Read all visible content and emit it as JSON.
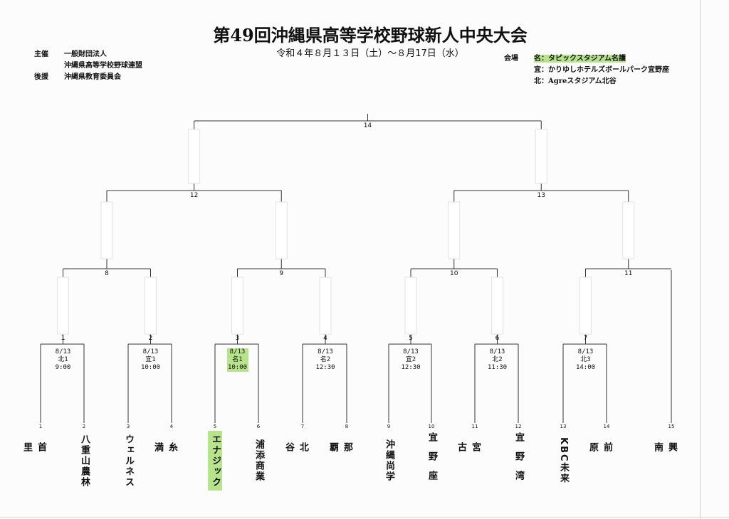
{
  "header": {
    "title": "第49回沖縄県高等学校野球新人中央大会",
    "dates": "令和４年８月１３日（土）～８月17日（水）"
  },
  "organizers": {
    "host_label": "主催",
    "host_line1": "一般財団法人",
    "host_line2": "沖縄県高等学校野球連盟",
    "sponsor_label": "後援",
    "sponsor": "沖縄県教育委員会"
  },
  "venues": {
    "label": "会場",
    "v1_key": "名",
    "v1": "：タピックスタジアム名護",
    "v2_key": "宜",
    "v2": "：かりゆしホテルズボールパーク宜野座",
    "v3_key": "北",
    "v3": "：Agreスタジアム北谷"
  },
  "teams": [
    {
      "num": "1",
      "name": "首里"
    },
    {
      "num": "2",
      "name": "八重山農林"
    },
    {
      "num": "3",
      "name": "ウェルネス"
    },
    {
      "num": "4",
      "name": "糸満"
    },
    {
      "num": "5",
      "name": "エナジック"
    },
    {
      "num": "6",
      "name": "浦添商業"
    },
    {
      "num": "7",
      "name": "北谷"
    },
    {
      "num": "8",
      "name": "那覇"
    },
    {
      "num": "9",
      "name": "沖縄尚学"
    },
    {
      "num": "10",
      "name": "宜野座"
    },
    {
      "num": "11",
      "name": "宮古"
    },
    {
      "num": "12",
      "name": "宜野湾"
    },
    {
      "num": "13",
      "name": "KBC未来"
    },
    {
      "num": "14",
      "name": "前原"
    },
    {
      "num": "15",
      "name": "興南"
    }
  ],
  "games": [
    {
      "num": "1",
      "date": "8/13",
      "venue": "北1",
      "time": "9:00"
    },
    {
      "num": "2",
      "date": "8/13",
      "venue": "宜1",
      "time": "10:00"
    },
    {
      "num": "3",
      "date": "8/13",
      "venue": "名1",
      "time": "10:00"
    },
    {
      "num": "4",
      "date": "8/13",
      "venue": "名2",
      "time": "12:30"
    },
    {
      "num": "5",
      "date": "8/13",
      "venue": "宜2",
      "time": "12:30"
    },
    {
      "num": "6",
      "date": "8/13",
      "venue": "北2",
      "time": "11:30"
    },
    {
      "num": "7",
      "date": "8/13",
      "venue": "北3",
      "time": "14:00"
    }
  ],
  "rounds": [
    "8",
    "9",
    "10",
    "11",
    "12",
    "13",
    "14"
  ],
  "colors": {
    "highlight": "#b7e38a",
    "line": "#333333"
  }
}
